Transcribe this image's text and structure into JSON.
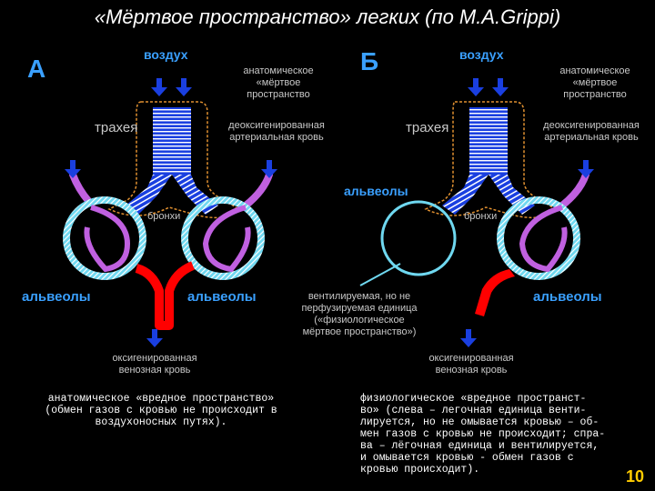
{
  "title": "«Мёртвое пространство» легких (по М.А.Grippi)",
  "panel_a": {
    "letter": "А",
    "air": "воздух",
    "anat_dead": [
      "анатомическое",
      "«мёртвое",
      "пространство"
    ],
    "trachea": "трахея",
    "deoxy": [
      "деоксигенированная",
      "артериальная кровь"
    ],
    "bronchi": "бронхи",
    "alveoli_left": "альвеолы",
    "alveoli_right": "альвеолы",
    "oxy": [
      "оксигенированная",
      "венозная кровь"
    ],
    "caption": [
      "анатомическое «вредное пространство»",
      "(обмен газов с кровью не происходит в",
      "воздухоносных путях)."
    ]
  },
  "panel_b": {
    "letter": "Б",
    "air": "воздух",
    "anat_dead": [
      "анатомическое",
      "«мёртвое",
      "пространство"
    ],
    "trachea": "трахея",
    "deoxy": [
      "деоксигенированная",
      "артериальная кровь"
    ],
    "alveoli_top": "альвеолы",
    "bronchi": "бронхи",
    "ventilated": [
      "вентилируемая, но не",
      "перфузируемая единица",
      "(«физиологическое",
      "мёртвое пространство»)"
    ],
    "alveoli_right": "альвеолы",
    "oxy": [
      "оксигенированная",
      "венозная кровь"
    ],
    "caption": [
      "физиологическое «вредное пространст-",
      "во» (слева – легочная единица венти-",
      "лируется, но не омывается кровью – об-",
      "мен газов с кровью не происходит; спра-",
      "ва – лёгочная единица и вентилируется,",
      "и омывается кровью - обмен газов с",
      "кровью происходит)."
    ]
  },
  "page_number": "10",
  "colors": {
    "background": "#000000",
    "air_arrow": "#1a3fe0",
    "capillary_deoxy": "#c060e0",
    "capillary_oxy": "#ff0000",
    "alveolus_ring": "#6fd8f0",
    "dead_space_outline": "#e09030"
  }
}
